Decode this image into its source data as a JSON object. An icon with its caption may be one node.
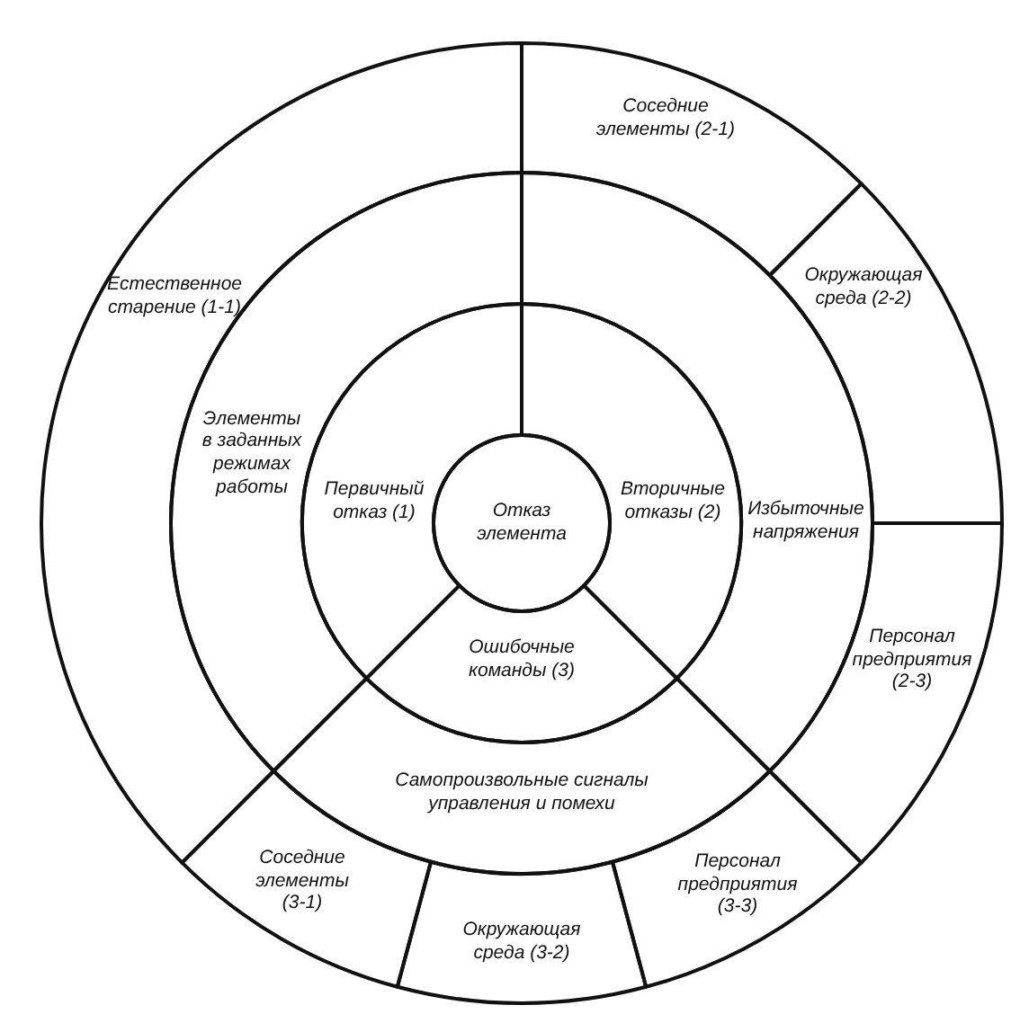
{
  "diagram": {
    "nodes": [
      {
        "text": [
          "Отказ элемента"
        ]
      },
      {
        "text": [
          "Первичный отказ (1)"
        ]
      },
      {
        "text": [
          "Вторичные отказы (2)"
        ]
      },
      {
        "text": [
          "Ошибочные команды (3)"
        ]
      },
      {
        "text": [
          "Элементы в заданных режимах работы"
        ]
      },
      {
        "text": [
          "Избыточные напряжения"
        ]
      },
      {
        "text": [
          "Самопроизвольные сигналы управления и помехи"
        ]
      },
      {
        "text": [
          "Естественное старение (1-1)"
        ]
      },
      {
        "text": [
          "Соседние элементы (2-1)"
        ]
      },
      {
        "text": [
          "Окружающая среда (2-2)"
        ]
      },
      {
        "text": [
          "Персонал предприятия (2-3)"
        ]
      },
      {
        "text": [
          "Соседние элементы (3-1)"
        ]
      },
      {
        "text": [
          "Окружающая среда (3-2)"
        ]
      },
      {
        "text": [
          "Персонал предприятия (3-3)"
        ]
      }
    ]
  }
}
